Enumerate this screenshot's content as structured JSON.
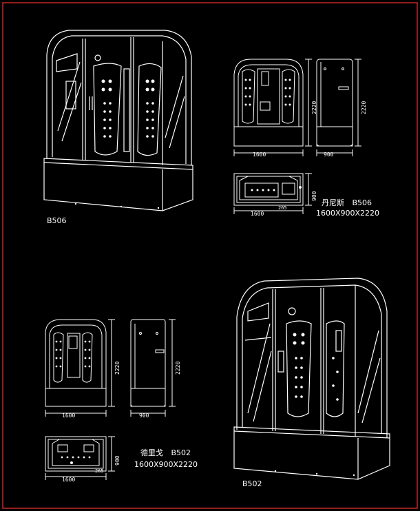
{
  "border_color": "#c62828",
  "line_color": "#ffffff",
  "background": "#000000",
  "b506": {
    "model_label": "B506",
    "name_cn": "丹尼斯",
    "name_model": "B506",
    "size": "1600X900X2220",
    "dims": {
      "front_width": "1600",
      "front_height": "2220",
      "side_width": "900",
      "side_height": "2220",
      "top_width": "1600",
      "top_depth": "900",
      "top_small": "265"
    }
  },
  "b502": {
    "model_label": "B502",
    "name_cn": "德里戈",
    "name_model": "B502",
    "size": "1600X900X2220",
    "dims": {
      "front_width": "1600",
      "front_height": "2220",
      "side_width": "900",
      "side_height": "2220",
      "top_width": "1600",
      "top_depth": "900",
      "top_small": "265"
    }
  }
}
